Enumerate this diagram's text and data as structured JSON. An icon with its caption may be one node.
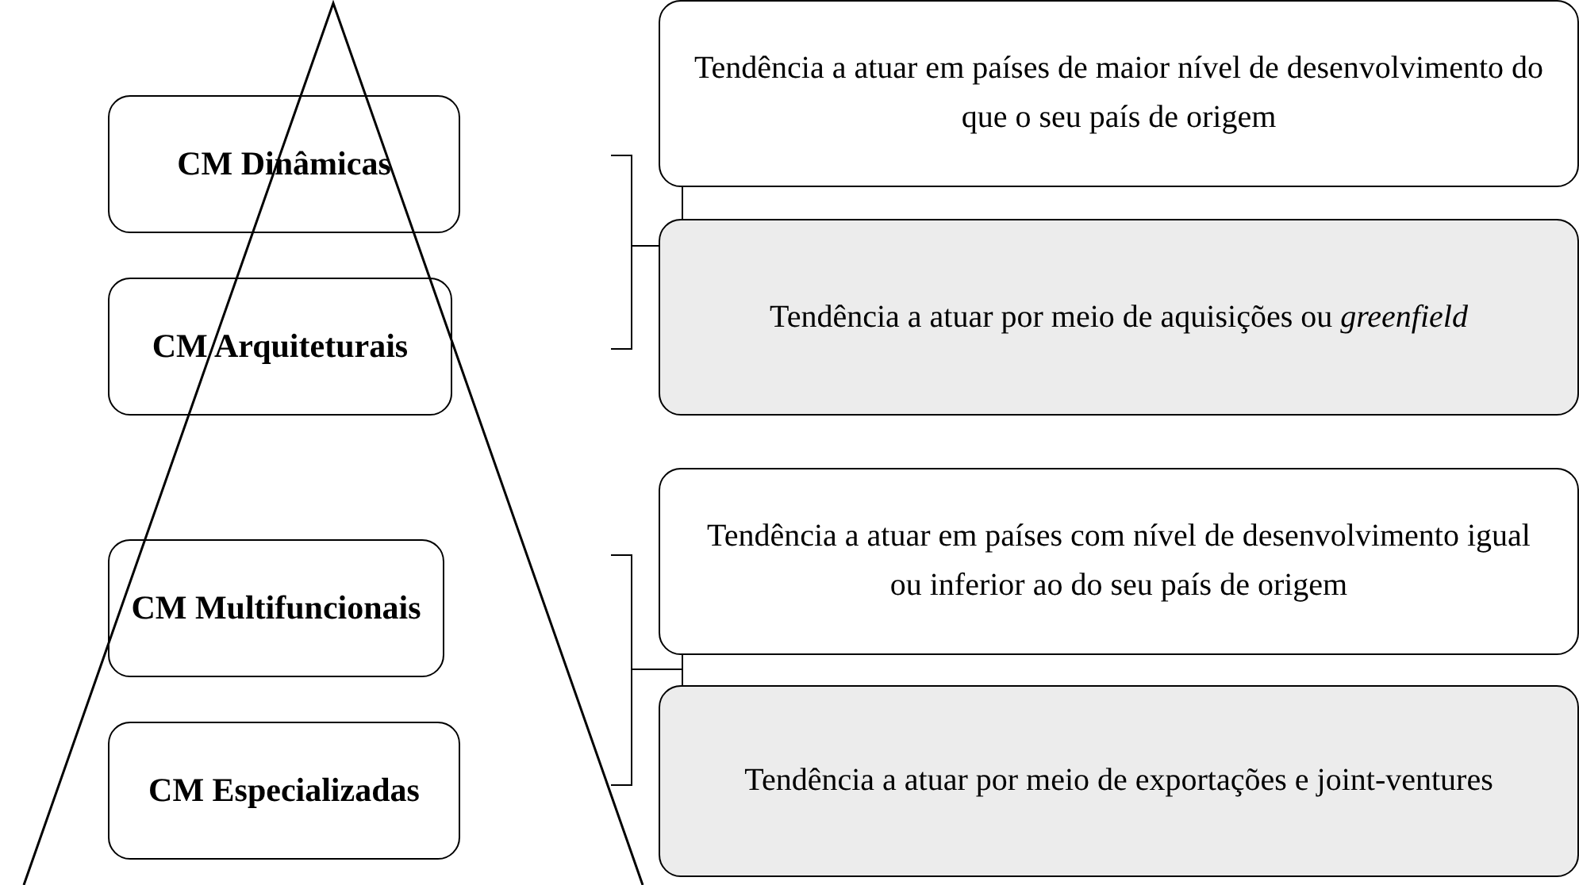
{
  "diagram": {
    "nodes": [
      {
        "text": [
          "CM Dinâmicas"
        ]
      },
      {
        "text": [
          "CM Arquiteturais"
        ]
      },
      {
        "text": [
          "CM Multifuncionais"
        ]
      },
      {
        "text": [
          "CM Especializadas"
        ]
      },
      {
        "text": [
          "Tendência a atuar em países de maior nível de desenvolvimento do que o seu país de origem"
        ]
      },
      {
        "text": [
          "Tendência a atuar por meio de aquisições ou *greenfield*"
        ]
      },
      {
        "text": [
          "Tendência a atuar em países com nível de desenvolvimento igual ou inferior ao do seu país de origem"
        ]
      },
      {
        "text": [
          "Tendência a atuar por meio de exportações e joint-ventures"
        ]
      }
    ]
  }
}
